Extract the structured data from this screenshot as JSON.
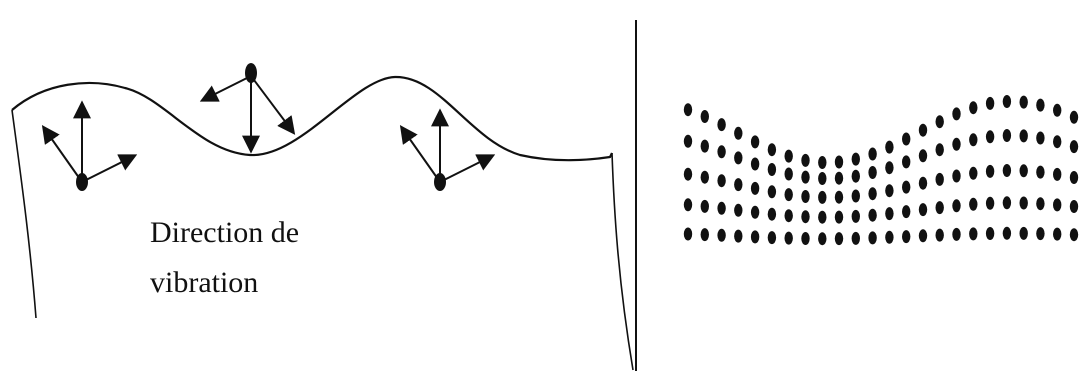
{
  "diagram": {
    "label_line1": "Direction de",
    "label_line2": "vibration"
  },
  "colors": {
    "ink": "#111111",
    "background": "#ffffff"
  },
  "particle_grid": {
    "rows": 5,
    "columns": 24
  }
}
